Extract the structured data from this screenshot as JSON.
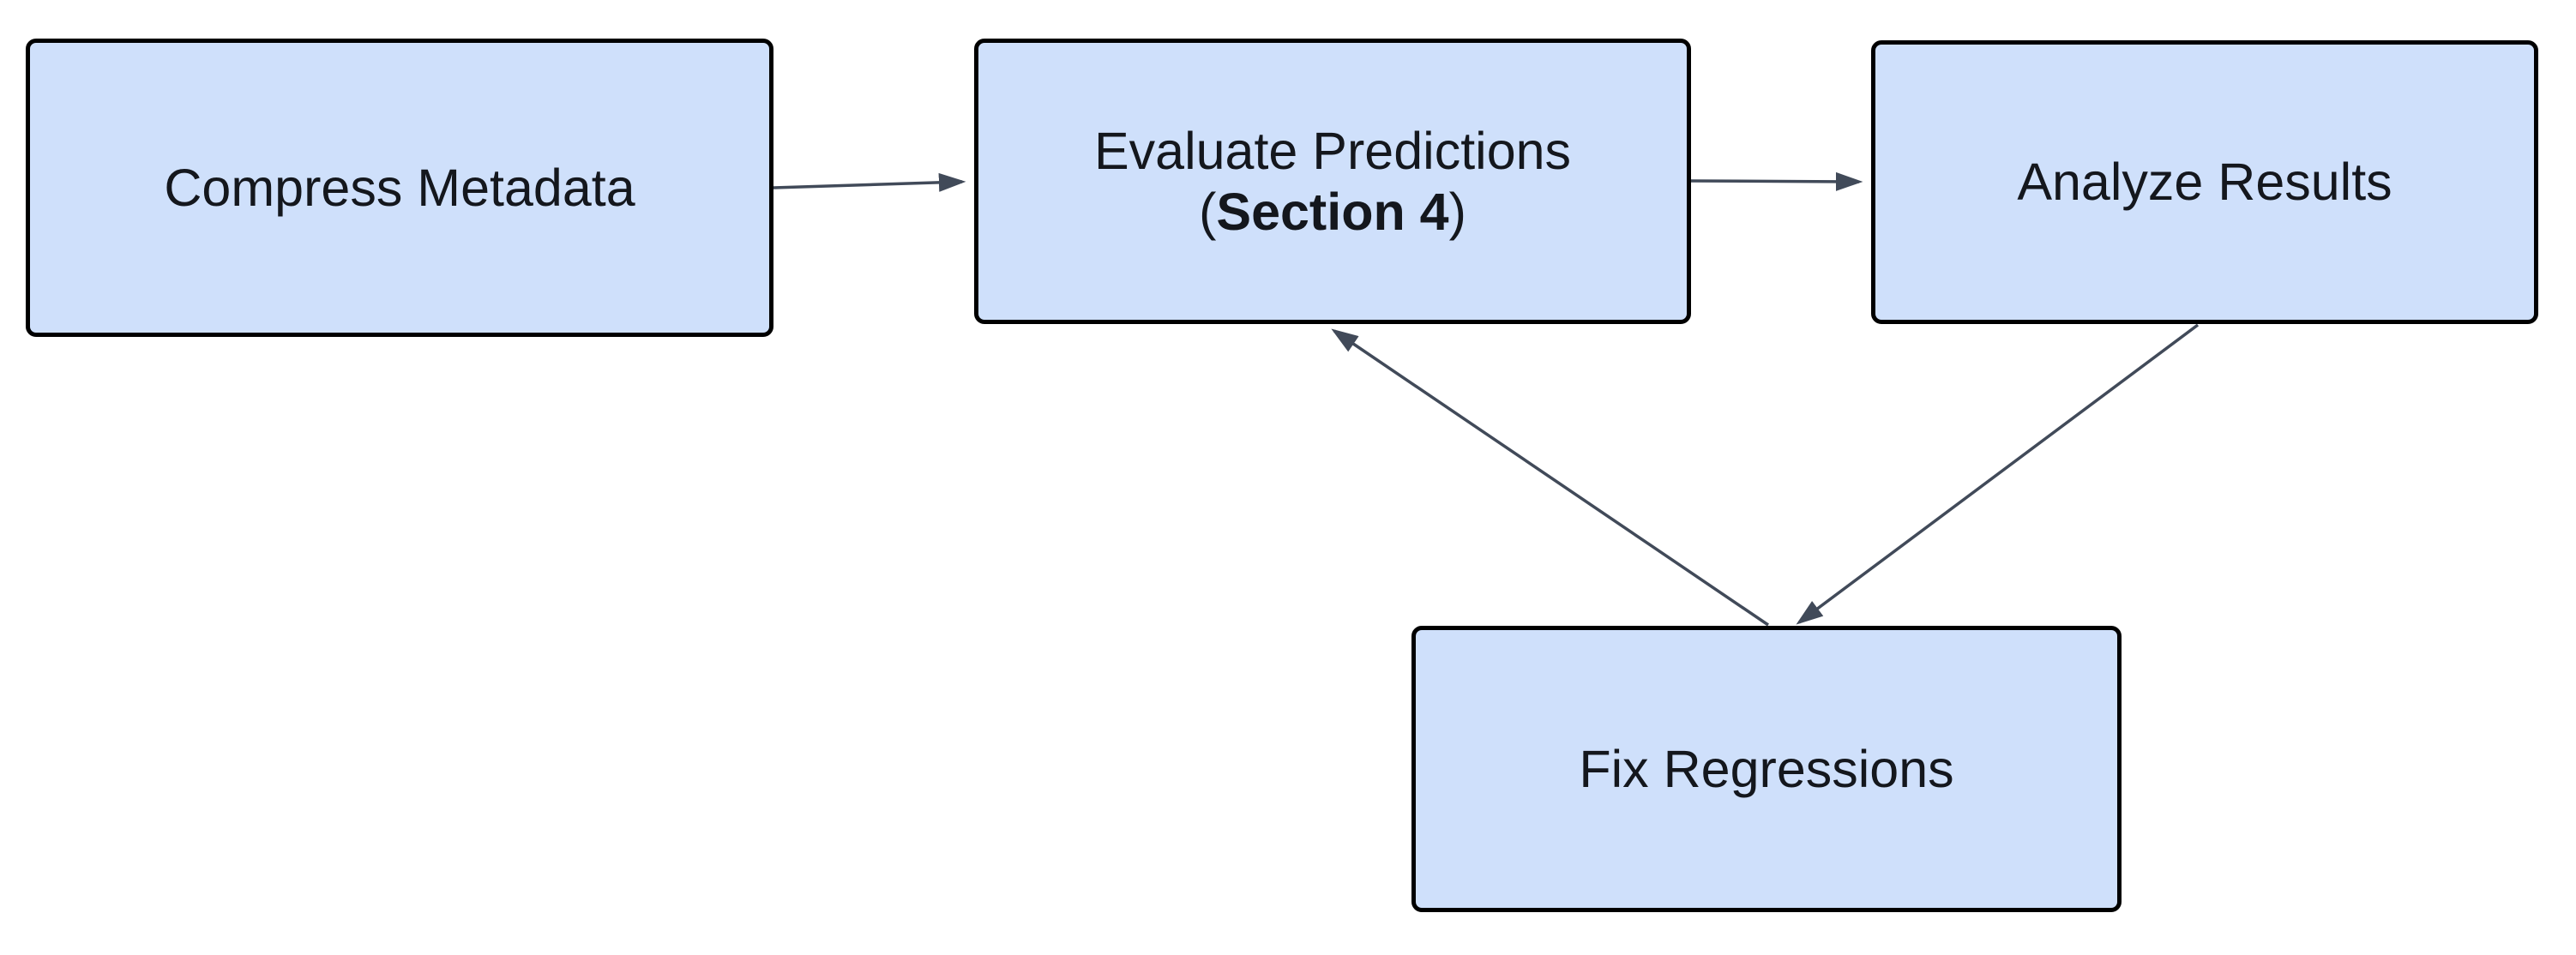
{
  "diagram": {
    "type": "flowchart",
    "colors": {
      "node_fill": "#cfe0fb",
      "node_border": "#000000",
      "edge_color": "#414a59",
      "text_color": "#14171d",
      "background": "#ffffff"
    },
    "nodes": [
      {
        "id": "compress",
        "label": "Compress Metadata"
      },
      {
        "id": "evaluate",
        "label": "Evaluate Predictions",
        "sub_open": "(",
        "sub_bold": "Section 4",
        "sub_close": ")"
      },
      {
        "id": "analyze",
        "label": "Analyze Results"
      },
      {
        "id": "fix",
        "label": "Fix Regressions"
      }
    ],
    "edges": [
      {
        "from": "compress",
        "to": "evaluate"
      },
      {
        "from": "evaluate",
        "to": "analyze"
      },
      {
        "from": "analyze",
        "to": "fix"
      },
      {
        "from": "fix",
        "to": "evaluate"
      }
    ]
  }
}
